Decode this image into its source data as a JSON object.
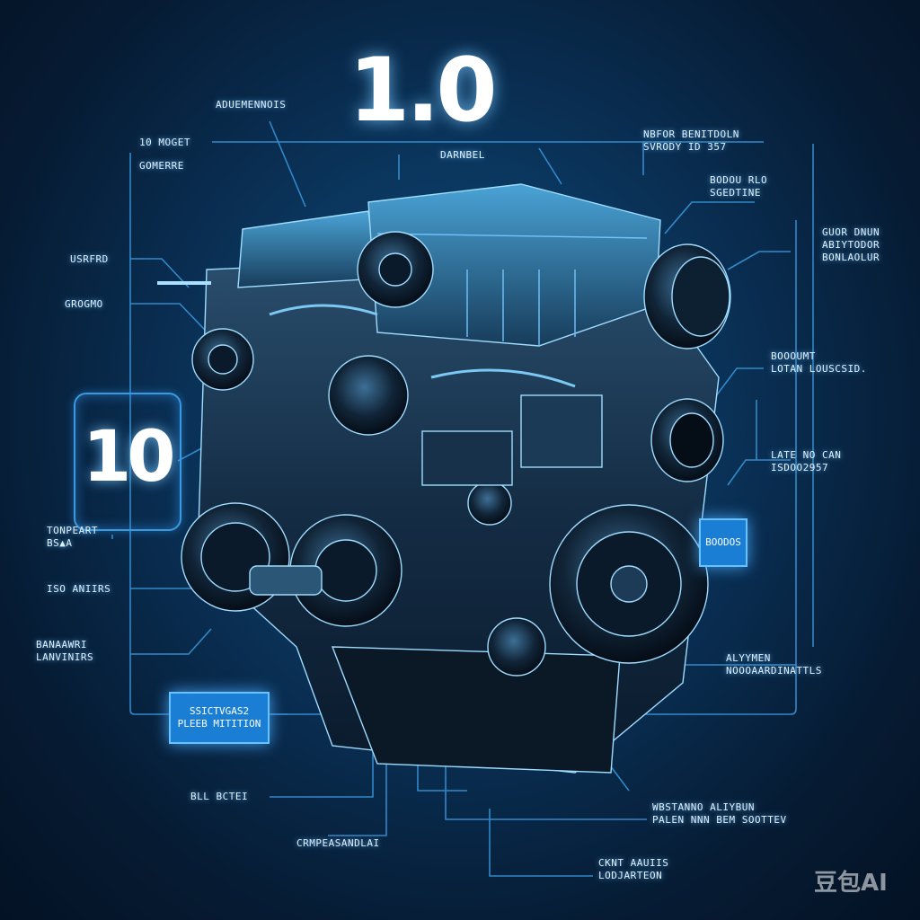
{
  "title": "1.0",
  "big_badge": "10",
  "labels": {
    "top_left_small": "ADUEMENNOIS",
    "left_1a": "10 MOGET",
    "left_1b": "GOMERRE",
    "left_2": "USRFRD",
    "left_3": "GROGMO",
    "left_4a": "TONPEART",
    "left_4b": "BS▲A",
    "left_5": "ISO ANIIRS",
    "left_6a": "BANAAWRI",
    "left_6b": "LANVINIRS",
    "top_center": "DARNBEL",
    "top_right_a": "NBFOR BENITDOLN",
    "top_right_b": "SVRODY ID 357",
    "right_1a": "BODOU RLO",
    "right_1b": "SGEDTINE",
    "right_2a": "GUOR DNUN",
    "right_2b": "ABIYTODOR",
    "right_2c": "BONLAOLUR",
    "right_3a": "BOOOUMT",
    "right_3b": "LOTAN LOUSCSID.",
    "right_4a": "LATE NO CAN",
    "right_4b": "ISDOO2957",
    "right_5a": "ALYYMEN",
    "right_5b": "NOOOAARDINATTLS",
    "bottom_left": "BLL BCTEI",
    "bottom_center_left": "CRMPEASANDLAI",
    "bottom_center_right_a": "WBSTANNO ALIYBUN",
    "bottom_center_right_b": "PALEN NNN BEM SOOTTEV",
    "bottom_center_a": "CKNT AAUIIS",
    "bottom_center_b": "LODJARTEON"
  },
  "highlight_boxes": {
    "bottom_left_a": "SSICTVGAS2",
    "bottom_left_b": "PLEEB MITITION",
    "right_mid": "BOODOS"
  },
  "watermark": "豆包AI",
  "colors": {
    "background": "#0a3258",
    "line": "#3a9ae0",
    "glow": "#67c3ff",
    "highlight_fill": "#1a7fd4"
  }
}
